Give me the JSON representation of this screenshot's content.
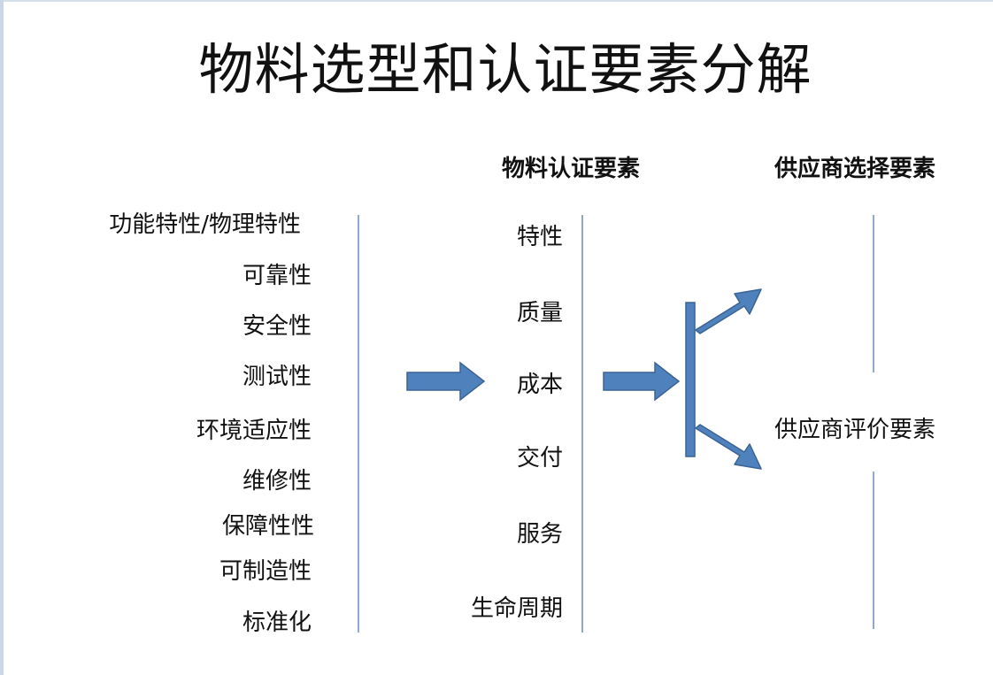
{
  "title": "物料选型和认证要素分解",
  "headers": {
    "material_cert": "物料认证要素",
    "supplier_select": "供应商选择要素"
  },
  "left_items": [
    "功能特性/物理特性",
    "可靠性",
    "安全性",
    "测试性",
    "环境适应性",
    "维修性",
    "保障性性",
    "可制造性",
    "标准化"
  ],
  "middle_items": [
    "特性",
    "质量",
    "成本",
    "交付",
    "服务",
    "生命周期"
  ],
  "right_item": "供应商评价要素",
  "colors": {
    "arrow_fill": "#4f81bd",
    "arrow_stroke": "#3a6496",
    "divider": "#8ea9c9"
  }
}
